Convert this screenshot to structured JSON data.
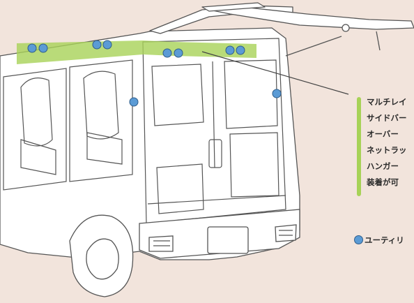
{
  "callout": {
    "lines": [
      "マルチレイ",
      "サイドバー",
      "オーバー",
      "ネットラッ",
      "ハンガー",
      "装着が可"
    ]
  },
  "legend": {
    "dot_label": "ユーティリ"
  },
  "colors": {
    "background": "#f2e4dc",
    "highlight_bar": "#a7d257",
    "dot_fill": "#5b9bd5",
    "dot_stroke": "#2f5d8a",
    "line_art": "#555555"
  }
}
